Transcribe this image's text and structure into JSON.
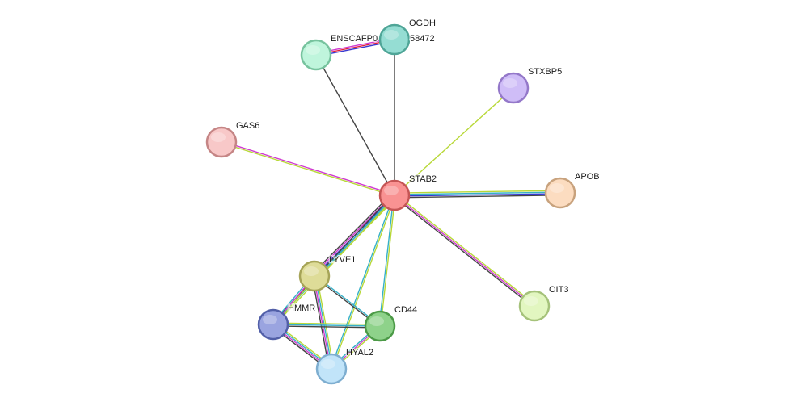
{
  "network": {
    "nodes": [
      {
        "id": "STAB2",
        "label": "STAB2",
        "fill": "#f99292",
        "stroke": "#c55555"
      },
      {
        "id": "OGDH",
        "label": "OGDH",
        "fill": "#95ddd3",
        "stroke": "#4fa597"
      },
      {
        "id": "ENSCAFP",
        "label": "ENSCAFP0",
        "label2": "58472",
        "fill": "#bff5dc",
        "stroke": "#77c39e"
      },
      {
        "id": "STXBP5",
        "label": "STXBP5",
        "fill": "#cfbdf7",
        "stroke": "#9478c9"
      },
      {
        "id": "GAS6",
        "label": "GAS6",
        "fill": "#f8c8c8",
        "stroke": "#c58585"
      },
      {
        "id": "APOB",
        "label": "APOB",
        "fill": "#fcdcc0",
        "stroke": "#c8a27d"
      },
      {
        "id": "OIT3",
        "label": "OIT3",
        "fill": "#e2f6c0",
        "stroke": "#a5c27a"
      },
      {
        "id": "LYVE1",
        "label": "LYVE1",
        "fill": "#dedc98",
        "stroke": "#a6a457"
      },
      {
        "id": "HMMR",
        "label": "HMMR",
        "fill": "#9aa4e0",
        "stroke": "#525fa8"
      },
      {
        "id": "CD44",
        "label": "CD44",
        "fill": "#8ed28a",
        "stroke": "#4c9a47"
      },
      {
        "id": "HYAL2",
        "label": "HYAL2",
        "fill": "#c1e4f9",
        "stroke": "#7eaed0"
      }
    ],
    "edges": [
      {
        "source": "STAB2",
        "target": "OGDH",
        "colors": [
          "#444444"
        ]
      },
      {
        "source": "STAB2",
        "target": "ENSCAFP",
        "colors": [
          "#444444"
        ]
      },
      {
        "source": "ENSCAFP",
        "target": "OGDH",
        "colors": [
          "#d03ad0",
          "#e0203c",
          "#3a3ad0"
        ]
      },
      {
        "source": "STAB2",
        "target": "STXBP5",
        "colors": [
          "#b8d838"
        ]
      },
      {
        "source": "STAB2",
        "target": "GAS6",
        "colors": [
          "#b8d838",
          "#d03ad0"
        ]
      },
      {
        "source": "STAB2",
        "target": "APOB",
        "colors": [
          "#b8d838",
          "#35b0c8",
          "#3a3ad0",
          "#444444"
        ]
      },
      {
        "source": "STAB2",
        "target": "OIT3",
        "colors": [
          "#b8d838",
          "#d03ad0",
          "#444444"
        ]
      },
      {
        "source": "STAB2",
        "target": "LYVE1",
        "colors": [
          "#b8d838",
          "#35b0c8",
          "#3a3ad0",
          "#d03ad0",
          "#444444"
        ]
      },
      {
        "source": "STAB2",
        "target": "HMMR",
        "colors": [
          "#b8d838",
          "#35b0c8",
          "#444444"
        ]
      },
      {
        "source": "STAB2",
        "target": "CD44",
        "colors": [
          "#b8d838",
          "#35b0c8"
        ]
      },
      {
        "source": "STAB2",
        "target": "HYAL2",
        "colors": [
          "#b8d838",
          "#35b0c8"
        ]
      },
      {
        "source": "LYVE1",
        "target": "HMMR",
        "colors": [
          "#b8d838",
          "#d03ad0",
          "#35b0c8"
        ]
      },
      {
        "source": "LYVE1",
        "target": "CD44",
        "colors": [
          "#35b0c8",
          "#444444"
        ]
      },
      {
        "source": "LYVE1",
        "target": "HYAL2",
        "colors": [
          "#b8d838",
          "#35b0c8",
          "#d03ad0",
          "#444444"
        ]
      },
      {
        "source": "HMMR",
        "target": "CD44",
        "colors": [
          "#b8d838",
          "#35b0c8",
          "#444444"
        ]
      },
      {
        "source": "HMMR",
        "target": "HYAL2",
        "colors": [
          "#b8d838",
          "#35b0c8",
          "#d03ad0",
          "#444444"
        ]
      },
      {
        "source": "CD44",
        "target": "HYAL2",
        "colors": [
          "#b8d838",
          "#d03ad0",
          "#35b0c8"
        ]
      }
    ]
  }
}
